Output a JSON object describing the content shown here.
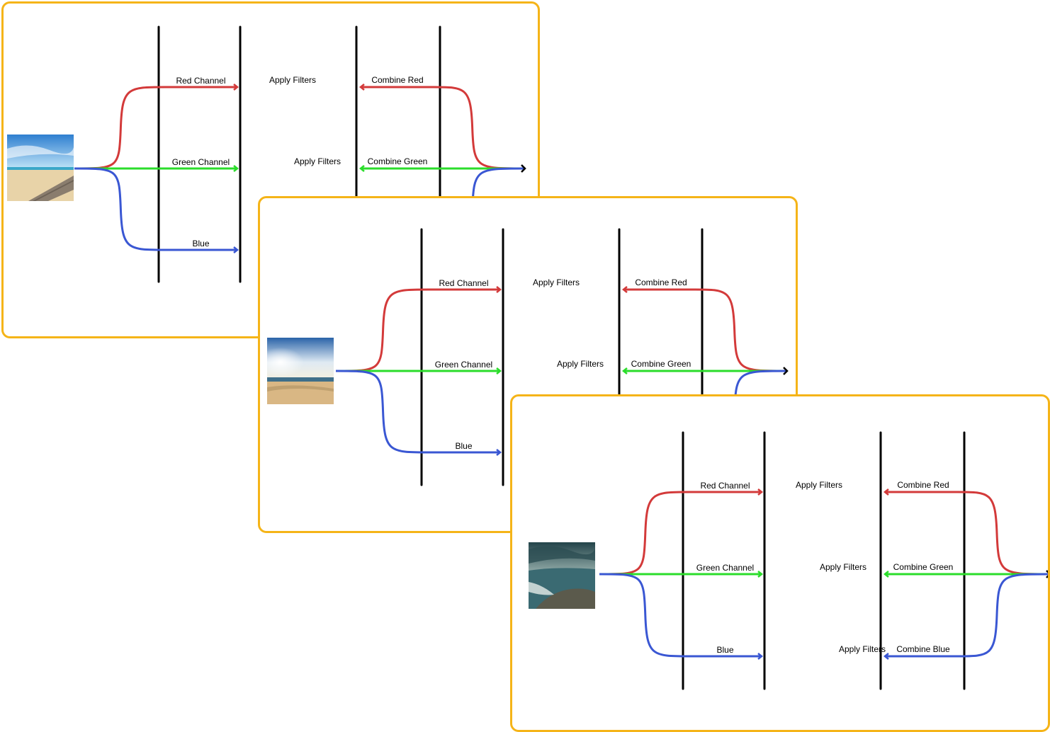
{
  "panels": [
    {
      "labels": {
        "red_split": "Red Channel",
        "green_split": "Green Channel",
        "blue_split": "Blue",
        "filter_red": "Apply Filters",
        "filter_green": "Apply Filters",
        "filter_blue": "",
        "combine_red": "Combine Red",
        "combine_green": "Combine Green",
        "combine_blue": ""
      },
      "image": {
        "subject": "sunny beach boardwalk",
        "colors": [
          "#2f7fd0",
          "#bfe3f7",
          "#e8d3a8",
          "#8a7d6e"
        ]
      }
    },
    {
      "labels": {
        "red_split": "Red Channel",
        "green_split": "Green Channel",
        "blue_split": "Blue",
        "filter_red": "Apply Filters",
        "filter_green": "Apply Filters",
        "filter_blue": "",
        "combine_red": "Combine Red",
        "combine_green": "Combine Green",
        "combine_blue": ""
      },
      "image": {
        "subject": "beach at sunrise",
        "colors": [
          "#2a63a8",
          "#dfeaf3",
          "#d9b784",
          "#3f6f8a"
        ]
      }
    },
    {
      "labels": {
        "red_split": "Red Channel",
        "green_split": "Green Channel",
        "blue_split": "Blue",
        "filter_red": "Apply Filters",
        "filter_green": "Apply Filters",
        "filter_blue": "Apply Filters",
        "combine_red": "Combine Red",
        "combine_green": "Combine Green",
        "combine_blue": "Combine Blue"
      },
      "image": {
        "subject": "stormy coastline",
        "colors": [
          "#3a6a72",
          "#9fb7b3",
          "#5b5a4c",
          "#c9cfc6"
        ]
      }
    }
  ],
  "colors": {
    "red": "#d33a3a",
    "green": "#2bdd2b",
    "blue": "#3a57d3",
    "frame": "#f5b418",
    "bar": "#000000"
  }
}
